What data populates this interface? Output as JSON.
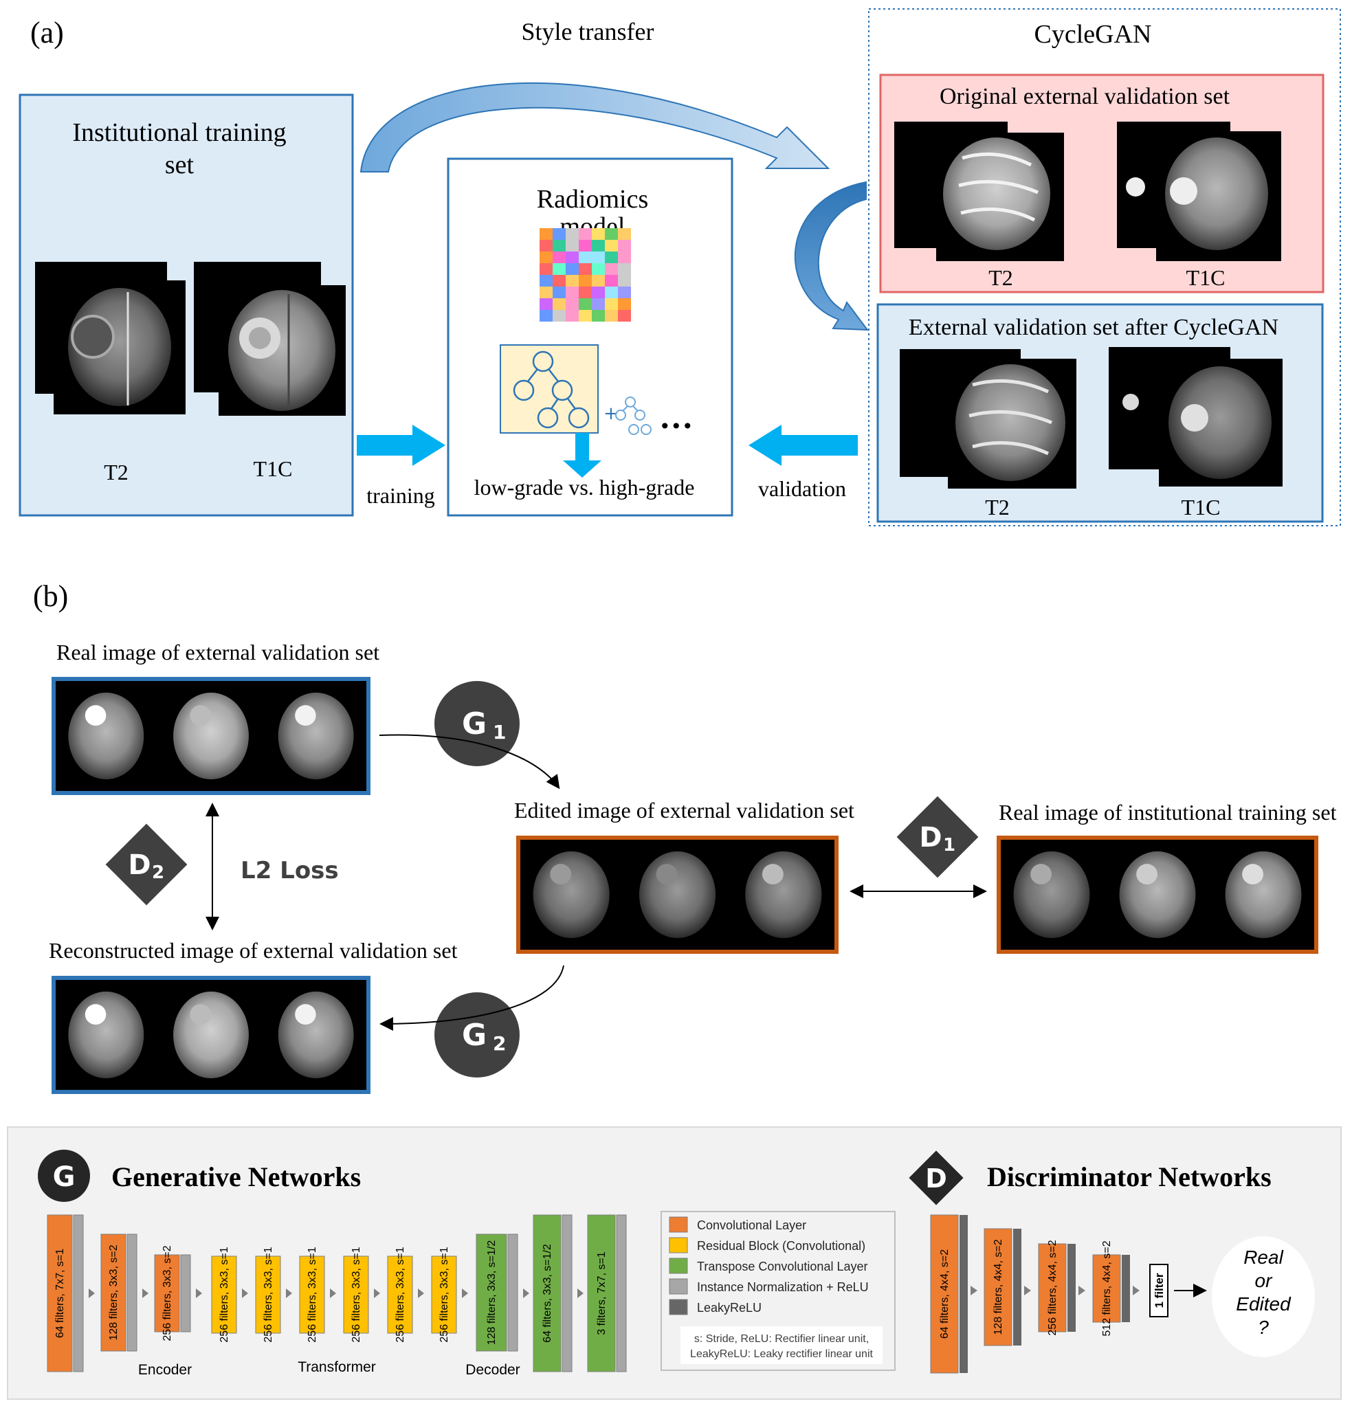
{
  "panel_a": {
    "label": "(a)",
    "style_transfer": "Style transfer",
    "training_set_title_line1": "Institutional training",
    "training_set_title_line2": "set",
    "training_t2": "T2",
    "training_t1c": "T1C",
    "radiomics_line1": "Radiomics",
    "radiomics_line2": "model",
    "outcome": "low-grade vs. high-grade",
    "training_label": "training",
    "validation_label": "validation",
    "cyclegan": "CycleGAN",
    "original_set_title": "Original external validation set",
    "original_t2": "T2",
    "original_t1c": "T1C",
    "after_set_title": "External validation set after CycleGAN",
    "after_t2": "T2",
    "after_t1c": "T1C",
    "ellipsis": "•••"
  },
  "panel_b": {
    "label": "(b)",
    "real_external": "Real image of external validation set",
    "edited_external": "Edited image of external validation set",
    "real_institutional": "Real image of institutional training set",
    "reconstructed": "Reconstructed image of external validation set",
    "l2_loss": "L2 Loss",
    "g1_main": "G",
    "g1_sub": "1",
    "g2_main": "G",
    "g2_sub": "2",
    "d1_main": "D",
    "d1_sub": "1",
    "d2_main": "D",
    "d2_sub": "2"
  },
  "panel_c": {
    "g_badge": "G",
    "g_title": "Generative Networks",
    "d_badge": "D",
    "d_title": "Discriminator Networks",
    "gen_layers": [
      {
        "type": "conv",
        "label": "64 filters, 7x7, s=1"
      },
      {
        "type": "conv",
        "label": "128 filters, 3x3, s=2"
      },
      {
        "type": "conv",
        "label": "256 filters, 3x3, s=2"
      },
      {
        "type": "res",
        "label": "256 filters, 3x3, s=1"
      },
      {
        "type": "res",
        "label": "256 filters, 3x3, s=1"
      },
      {
        "type": "res",
        "label": "256 filters, 3x3, s=1"
      },
      {
        "type": "res",
        "label": "256 filters, 3x3, s=1"
      },
      {
        "type": "res",
        "label": "256 filters, 3x3, s=1"
      },
      {
        "type": "res",
        "label": "256 filters, 3x3, s=1"
      },
      {
        "type": "tconv",
        "label": "128 filters, 3x3, s=1/2"
      },
      {
        "type": "tconv",
        "label": "64 filters, 3x3, s=1/2"
      },
      {
        "type": "tconv",
        "label": "3 filters, 7x7, s=1"
      }
    ],
    "encoder": "Encoder",
    "transformer": "Transformer",
    "decoder": "Decoder",
    "legend": [
      {
        "color": "#ed7d31",
        "label": "Convolutional Layer"
      },
      {
        "color": "#ffc000",
        "label": "Residual Block (Convolutional)"
      },
      {
        "color": "#70ad47",
        "label": "Transpose Convolutional Layer"
      },
      {
        "color": "#a6a6a6",
        "label": "Instance Normalization + ReLU"
      },
      {
        "color": "#666666",
        "label": "LeakyReLU"
      }
    ],
    "legend_note_line1": "s: Stride, ReLU: Rectifier linear unit,",
    "legend_note_line2": "LeakyReLU: Leaky rectifier linear unit",
    "disc_layers": [
      {
        "label": "64 filters, 4x4, s=2"
      },
      {
        "label": "128 filters, 4x4, s=2"
      },
      {
        "label": "256 filters, 4x4, s=2"
      },
      {
        "label": "512 filters, 4x4, s=2"
      }
    ],
    "one_filter": "1 filter",
    "verdict_line1": "Real",
    "verdict_line2": "or",
    "verdict_line3": "Edited",
    "verdict_line4": "?"
  },
  "colors": {
    "light_blue_fill": "#ddebf7",
    "blue_border": "#2e75b6",
    "pink_fill": "#ffd7d7",
    "red_border": "#e06666",
    "cyan_arrow": "#00b0f0",
    "orange_border": "#c55a11",
    "conv": "#ed7d31",
    "res": "#ffc000",
    "tconv": "#70ad47",
    "norm": "#a6a6a6",
    "leaky": "#666666"
  }
}
